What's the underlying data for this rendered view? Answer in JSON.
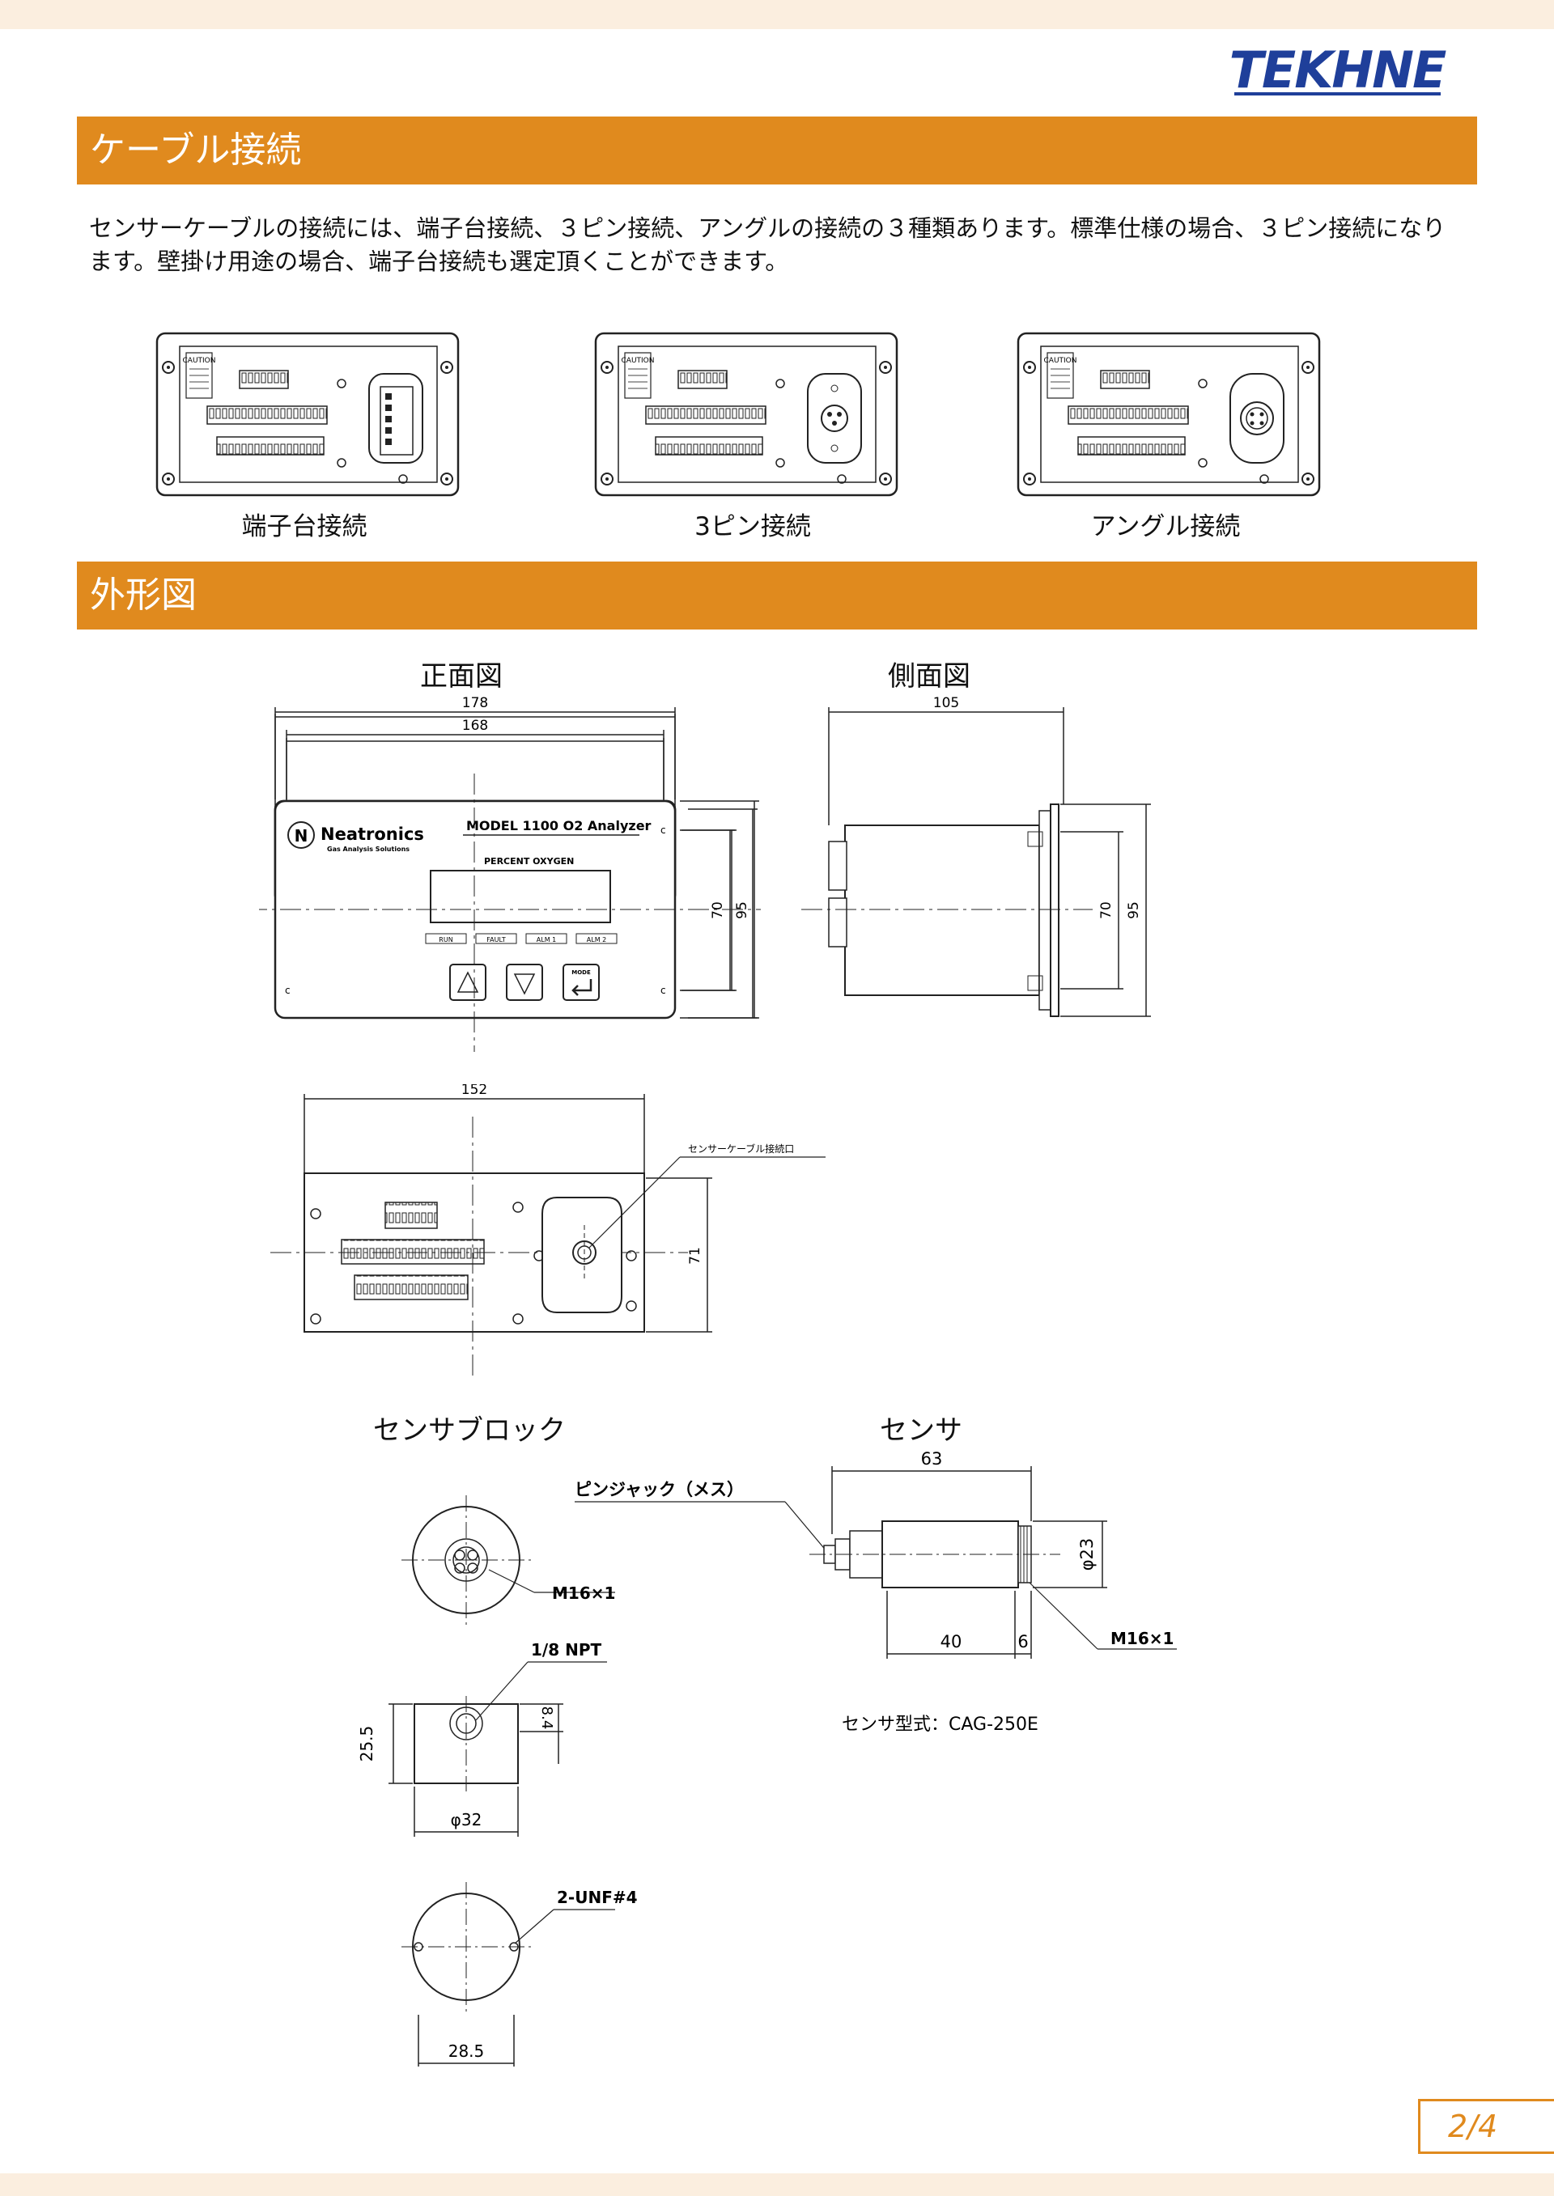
{
  "brand": "TEKHNE",
  "sections": {
    "cable": {
      "title": "ケーブル接続",
      "intro": "センサーケーブルの接続には、端子台接続、３ピン接続、アングルの接続の３種類あります。標準仕様の場合、３ピン接続になります。壁掛け用途の場合、端子台接続も選定頂くことができます。",
      "connections": [
        "端子台接続",
        "3ピン接続",
        "アングル接続"
      ]
    },
    "outline": {
      "title": "外形図",
      "front_label": "正面図",
      "side_label": "側面図",
      "block_label": "センサブロック",
      "sensor_label": "センサ"
    }
  },
  "panel": {
    "caution": "CAUTION",
    "brand": "Neatronics",
    "brand_sub": "Gas Analysis Solutions",
    "model": "MODEL 1100 O2 Analyzer",
    "display_label": "PERCENT OXYGEN",
    "leds": [
      "RUN",
      "FAULT",
      "ALM 1",
      "ALM 2"
    ],
    "mode_key": "MODE"
  },
  "dimensions": {
    "front_width_outer": "178",
    "front_width_inner": "168",
    "front_height_inner": "70",
    "front_height_outer": "95",
    "side_depth": "105",
    "side_height_inner": "70",
    "side_height_outer": "95",
    "rear_width": "152",
    "rear_height": "71",
    "rear_port_note": "センサーケーブル接続口",
    "block_thread": "M16×1",
    "block_npt": "1/8 NPT",
    "block_height": "25.5",
    "block_depth": "8.4",
    "block_diameter": "φ32",
    "block_holes": "2-UNF#4",
    "block_hole_pitch": "28.5",
    "pin_jack": "ピンジャック（メス）",
    "sensor_length": "63",
    "sensor_diameter": "φ23",
    "sensor_body": "40",
    "sensor_thread_len": "6",
    "sensor_thread": "M16×1",
    "sensor_model": "センサ型式：CAG-250E"
  },
  "page": "2/4"
}
